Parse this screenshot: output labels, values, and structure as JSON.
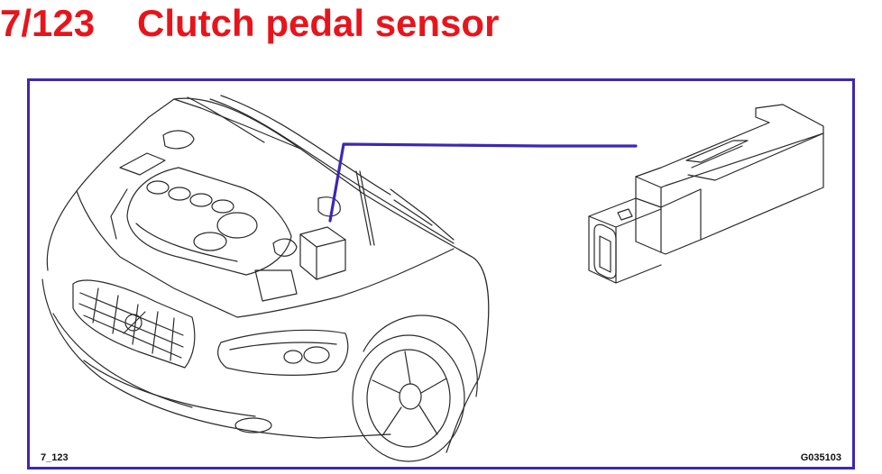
{
  "heading": {
    "code": "7/123",
    "title": "Clutch pedal sensor"
  },
  "footer": {
    "figure_label": "7_123",
    "image_ref": "G035103"
  },
  "colors": {
    "heading_text": "#e8141b",
    "frame_border": "#3c28b4",
    "leader_line": "#3c28b4",
    "line_art": "#2a2a2a"
  },
  "icons": {
    "car": "car-engine-bay-icon",
    "sensor": "clutch-pedal-sensor-connector-icon"
  }
}
